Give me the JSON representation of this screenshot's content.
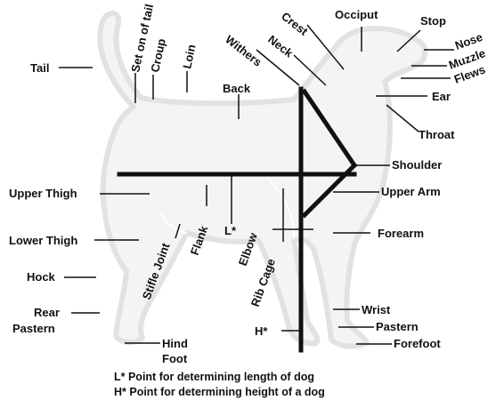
{
  "diagram": {
    "parts": {
      "tail": "Tail",
      "set_on_of_tail": "Set on of tail",
      "croup": "Croup",
      "loin": "Loin",
      "back": "Back",
      "withers": "Withers",
      "crest": "Crest",
      "neck": "Neck",
      "occiput": "Occiput",
      "stop": "Stop",
      "nose": "Nose",
      "muzzle": "Muzzle",
      "flews": "Flews",
      "ear": "Ear",
      "throat": "Throat",
      "shoulder": "Shoulder",
      "upper_arm": "Upper Arm",
      "forearm": "Forearm",
      "upper_thigh": "Upper Thigh",
      "lower_thigh": "Lower Thigh",
      "hock": "Hock",
      "rear_pastern_1": "Rear",
      "rear_pastern_2": "Pastern",
      "stifle_joint": "Stifle Joint",
      "flank": "Flank",
      "l_star": "L*",
      "elbow": "Elbow",
      "rib_cage": "Rib Cage",
      "h_star": "H*",
      "wrist": "Wrist",
      "pastern": "Pastern",
      "forefoot": "Forefoot",
      "hind_foot_1": "Hind",
      "hind_foot_2": "Foot"
    },
    "notes": {
      "length_note": "L* Point for determining length of dog",
      "height_note": "H* Point for determining height of a dog"
    }
  }
}
